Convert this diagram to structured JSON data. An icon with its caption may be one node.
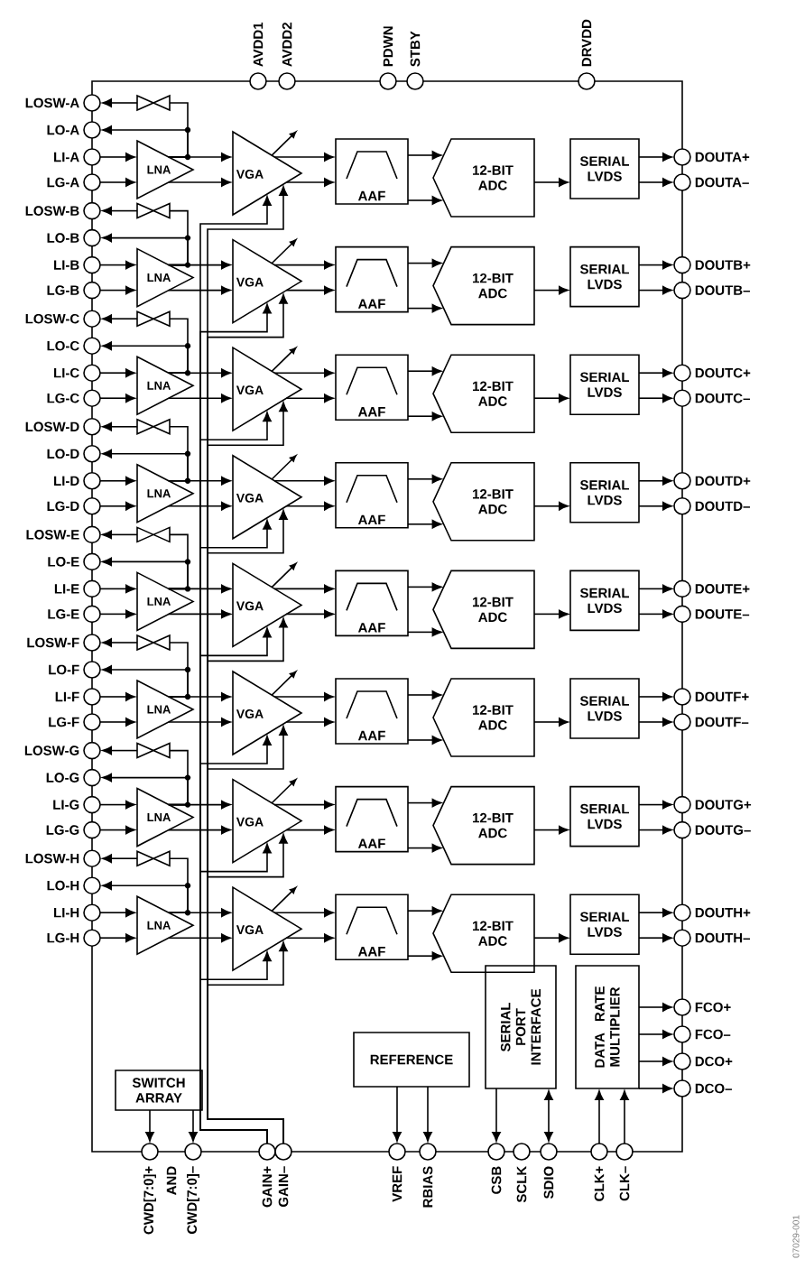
{
  "diagram": {
    "nodes": [
      {
        "text": [
          "AVDD1"
        ]
      },
      {
        "text": [
          "AVDD2"
        ]
      },
      {
        "text": [
          "PDWN"
        ]
      },
      {
        "text": [
          "STBY"
        ]
      },
      {
        "text": [
          "DRVDD"
        ]
      },
      {
        "text": [
          "LOSW-A"
        ]
      },
      {
        "text": [],
        "shape": "bowtie"
      },
      {
        "text": [
          "LO-A"
        ]
      },
      {
        "text": [
          "LI-A"
        ]
      },
      {
        "text": [
          "LG-A"
        ]
      },
      {
        "text": [
          "LNA"
        ]
      },
      {
        "text": [
          "VGA"
        ]
      },
      {
        "text": [
          "AAF"
        ]
      },
      {
        "text": [
          "12-BIT ADC"
        ]
      },
      {
        "text": [
          "SERIAL LVDS"
        ]
      },
      {
        "text": [
          "DOUTA+"
        ]
      },
      {
        "text": [
          "DOUTA–"
        ]
      },
      {
        "text": [
          "LOSW-B"
        ]
      },
      {
        "text": [],
        "shape": "bowtie"
      },
      {
        "text": [
          "LO-B"
        ]
      },
      {
        "text": [
          "LI-B"
        ]
      },
      {
        "text": [
          "LG-B"
        ]
      },
      {
        "text": [
          "LNA"
        ]
      },
      {
        "text": [
          "VGA"
        ]
      },
      {
        "text": [
          "AAF"
        ]
      },
      {
        "text": [
          "12-BIT ADC"
        ]
      },
      {
        "text": [
          "SERIAL LVDS"
        ]
      },
      {
        "text": [
          "DOUTB+"
        ]
      },
      {
        "text": [
          "DOUTB–"
        ]
      },
      {
        "text": [
          "LOSW-C"
        ]
      },
      {
        "text": [],
        "shape": "bowtie"
      },
      {
        "text": [
          "LO-C"
        ]
      },
      {
        "text": [
          "LI-C"
        ]
      },
      {
        "text": [
          "LG-C"
        ]
      },
      {
        "text": [
          "LNA"
        ]
      },
      {
        "text": [
          "VGA"
        ]
      },
      {
        "text": [
          "AAF"
        ]
      },
      {
        "text": [
          "12-BIT ADC"
        ]
      },
      {
        "text": [
          "SERIAL LVDS"
        ]
      },
      {
        "text": [
          "DOUTC+"
        ]
      },
      {
        "text": [
          "DOUTC–"
        ]
      },
      {
        "text": [
          "LOSW-D"
        ]
      },
      {
        "text": [],
        "shape": "bowtie"
      },
      {
        "text": [
          "LO-D"
        ]
      },
      {
        "text": [
          "LI-D"
        ]
      },
      {
        "text": [
          "LG-D"
        ]
      },
      {
        "text": [
          "LNA"
        ]
      },
      {
        "text": [
          "VGA"
        ]
      },
      {
        "text": [
          "AAF"
        ]
      },
      {
        "text": [
          "12-BIT ADC"
        ]
      },
      {
        "text": [
          "SERIAL LVDS"
        ]
      },
      {
        "text": [
          "DOUTD+"
        ]
      },
      {
        "text": [
          "DOUTD–"
        ]
      },
      {
        "text": [
          "LOSW-E"
        ]
      },
      {
        "text": [],
        "shape": "bowtie"
      },
      {
        "text": [
          "LO-E"
        ]
      },
      {
        "text": [
          "LI-E"
        ]
      },
      {
        "text": [
          "LG-E"
        ]
      },
      {
        "text": [
          "LNA"
        ]
      },
      {
        "text": [
          "VGA"
        ]
      },
      {
        "text": [
          "AAF"
        ]
      },
      {
        "text": [
          "12-BIT ADC"
        ]
      },
      {
        "text": [
          "SERIAL LVDS"
        ]
      },
      {
        "text": [
          "DOUTE+"
        ]
      },
      {
        "text": [
          "DOUTE–"
        ]
      },
      {
        "text": [
          "LOSW-F"
        ]
      },
      {
        "text": [],
        "shape": "bowtie"
      },
      {
        "text": [
          "LO-F"
        ]
      },
      {
        "text": [
          "LI-F"
        ]
      },
      {
        "text": [
          "LG-F"
        ]
      },
      {
        "text": [
          "LNA"
        ]
      },
      {
        "text": [
          "VGA"
        ]
      },
      {
        "text": [
          "AAF"
        ]
      },
      {
        "text": [
          "12-BIT ADC"
        ]
      },
      {
        "text": [
          "SERIAL LVDS"
        ]
      },
      {
        "text": [
          "DOUTF+"
        ]
      },
      {
        "text": [
          "DOUTF–"
        ]
      },
      {
        "text": [
          "LOSW-G"
        ]
      },
      {
        "text": [],
        "shape": "bowtie"
      },
      {
        "text": [
          "LO-G"
        ]
      },
      {
        "text": [
          "LI-G"
        ]
      },
      {
        "text": [
          "LG-G"
        ]
      },
      {
        "text": [
          "LNA"
        ]
      },
      {
        "text": [
          "VGA"
        ]
      },
      {
        "text": [
          "AAF"
        ]
      },
      {
        "text": [
          "12-BIT ADC"
        ]
      },
      {
        "text": [
          "SERIAL LVDS"
        ]
      },
      {
        "text": [
          "DOUTG+"
        ]
      },
      {
        "text": [
          "DOUTG–"
        ]
      },
      {
        "text": [
          "LOSW-H"
        ]
      },
      {
        "text": [],
        "shape": "bowtie"
      },
      {
        "text": [
          "LO-H"
        ]
      },
      {
        "text": [
          "LI-H"
        ]
      },
      {
        "text": [
          "LG-H"
        ]
      },
      {
        "text": [
          "LNA"
        ]
      },
      {
        "text": [
          "VGA"
        ]
      },
      {
        "text": [
          "AAF"
        ]
      },
      {
        "text": [
          "12-BIT ADC"
        ]
      },
      {
        "text": [
          "SERIAL LVDS"
        ]
      },
      {
        "text": [
          "DOUTH+"
        ]
      },
      {
        "text": [
          "DOUTH–"
        ]
      },
      {
        "text": [
          "SWITCH ARRAY"
        ]
      },
      {
        "text": [
          "REFERENCE"
        ]
      },
      {
        "text": [
          "SERIAL PORT INTERFACE"
        ]
      },
      {
        "text": [
          "DATA RATE MULTIPLIER"
        ]
      },
      {
        "text": [
          "FCO+"
        ]
      },
      {
        "text": [
          "FCO–"
        ]
      },
      {
        "text": [
          "DCO+"
        ]
      },
      {
        "text": [
          "DCO–"
        ]
      },
      {
        "text": [
          "CWD[7:0]+"
        ]
      },
      {
        "text": [
          "CWD[7:0]–"
        ]
      },
      {
        "text": [
          "GAIN+"
        ]
      },
      {
        "text": [
          "GAIN–"
        ]
      },
      {
        "text": [
          "VREF"
        ]
      },
      {
        "text": [
          "RBIAS"
        ]
      },
      {
        "text": [
          "CSB"
        ]
      },
      {
        "text": [
          "SCLK"
        ]
      },
      {
        "text": [
          "SDIO"
        ]
      },
      {
        "text": [
          "CLK+"
        ]
      },
      {
        "text": [
          "CLK–"
        ]
      }
    ],
    "edges": [
      {
        "from": 8,
        "to": 10,
        "arrow": "to"
      },
      {
        "from": 9,
        "to": 10,
        "arrow": "to"
      },
      {
        "from": 10,
        "to": 7,
        "arrow": "to"
      },
      {
        "from": 10,
        "to": 6,
        "arrow": "none"
      },
      {
        "from": 6,
        "to": 5,
        "arrow": "to"
      },
      {
        "from": 10,
        "to": 11,
        "arrow": "to"
      },
      {
        "from": 10,
        "to": 11,
        "arrow": "to"
      },
      {
        "from": 11,
        "to": 12,
        "arrow": "to"
      },
      {
        "from": 11,
        "to": 12,
        "arrow": "to"
      },
      {
        "from": 12,
        "to": 13,
        "arrow": "to"
      },
      {
        "from": 12,
        "to": 13,
        "arrow": "to"
      },
      {
        "from": 13,
        "to": 14,
        "arrow": "to"
      },
      {
        "from": 14,
        "to": 15,
        "arrow": "to"
      },
      {
        "from": 14,
        "to": 16,
        "arrow": "to"
      },
      {
        "from": 20,
        "to": 22,
        "arrow": "to"
      },
      {
        "from": 21,
        "to": 22,
        "arrow": "to"
      },
      {
        "from": 22,
        "to": 19,
        "arrow": "to"
      },
      {
        "from": 22,
        "to": 18,
        "arrow": "none"
      },
      {
        "from": 18,
        "to": 17,
        "arrow": "to"
      },
      {
        "from": 22,
        "to": 23,
        "arrow": "to"
      },
      {
        "from": 22,
        "to": 23,
        "arrow": "to"
      },
      {
        "from": 23,
        "to": 24,
        "arrow": "to"
      },
      {
        "from": 23,
        "to": 24,
        "arrow": "to"
      },
      {
        "from": 24,
        "to": 25,
        "arrow": "to"
      },
      {
        "from": 24,
        "to": 25,
        "arrow": "to"
      },
      {
        "from": 25,
        "to": 26,
        "arrow": "to"
      },
      {
        "from": 26,
        "to": 27,
        "arrow": "to"
      },
      {
        "from": 26,
        "to": 28,
        "arrow": "to"
      },
      {
        "from": 32,
        "to": 34,
        "arrow": "to"
      },
      {
        "from": 33,
        "to": 34,
        "arrow": "to"
      },
      {
        "from": 34,
        "to": 31,
        "arrow": "to"
      },
      {
        "from": 34,
        "to": 30,
        "arrow": "none"
      },
      {
        "from": 30,
        "to": 29,
        "arrow": "to"
      },
      {
        "from": 34,
        "to": 35,
        "arrow": "to"
      },
      {
        "from": 34,
        "to": 35,
        "arrow": "to"
      },
      {
        "from": 35,
        "to": 36,
        "arrow": "to"
      },
      {
        "from": 35,
        "to": 36,
        "arrow": "to"
      },
      {
        "from": 36,
        "to": 37,
        "arrow": "to"
      },
      {
        "from": 36,
        "to": 37,
        "arrow": "to"
      },
      {
        "from": 37,
        "to": 38,
        "arrow": "to"
      },
      {
        "from": 38,
        "to": 39,
        "arrow": "to"
      },
      {
        "from": 38,
        "to": 40,
        "arrow": "to"
      },
      {
        "from": 44,
        "to": 46,
        "arrow": "to"
      },
      {
        "from": 45,
        "to": 46,
        "arrow": "to"
      },
      {
        "from": 46,
        "to": 43,
        "arrow": "to"
      },
      {
        "from": 46,
        "to": 42,
        "arrow": "none"
      },
      {
        "from": 42,
        "to": 41,
        "arrow": "to"
      },
      {
        "from": 46,
        "to": 47,
        "arrow": "to"
      },
      {
        "from": 46,
        "to": 47,
        "arrow": "to"
      },
      {
        "from": 47,
        "to": 48,
        "arrow": "to"
      },
      {
        "from": 47,
        "to": 48,
        "arrow": "to"
      },
      {
        "from": 48,
        "to": 49,
        "arrow": "to"
      },
      {
        "from": 48,
        "to": 49,
        "arrow": "to"
      },
      {
        "from": 49,
        "to": 50,
        "arrow": "to"
      },
      {
        "from": 50,
        "to": 51,
        "arrow": "to"
      },
      {
        "from": 50,
        "to": 52,
        "arrow": "to"
      },
      {
        "from": 56,
        "to": 58,
        "arrow": "to"
      },
      {
        "from": 57,
        "to": 58,
        "arrow": "to"
      },
      {
        "from": 58,
        "to": 55,
        "arrow": "to"
      },
      {
        "from": 58,
        "to": 54,
        "arrow": "none"
      },
      {
        "from": 54,
        "to": 53,
        "arrow": "to"
      },
      {
        "from": 58,
        "to": 59,
        "arrow": "to"
      },
      {
        "from": 58,
        "to": 59,
        "arrow": "to"
      },
      {
        "from": 59,
        "to": 60,
        "arrow": "to"
      },
      {
        "from": 59,
        "to": 60,
        "arrow": "to"
      },
      {
        "from": 60,
        "to": 61,
        "arrow": "to"
      },
      {
        "from": 60,
        "to": 61,
        "arrow": "to"
      },
      {
        "from": 61,
        "to": 62,
        "arrow": "to"
      },
      {
        "from": 62,
        "to": 63,
        "arrow": "to"
      },
      {
        "from": 62,
        "to": 64,
        "arrow": "to"
      },
      {
        "from": 68,
        "to": 70,
        "arrow": "to"
      },
      {
        "from": 69,
        "to": 70,
        "arrow": "to"
      },
      {
        "from": 70,
        "to": 67,
        "arrow": "to"
      },
      {
        "from": 70,
        "to": 66,
        "arrow": "none"
      },
      {
        "from": 66,
        "to": 65,
        "arrow": "to"
      },
      {
        "from": 70,
        "to": 71,
        "arrow": "to"
      },
      {
        "from": 70,
        "to": 71,
        "arrow": "to"
      },
      {
        "from": 71,
        "to": 72,
        "arrow": "to"
      },
      {
        "from": 71,
        "to": 72,
        "arrow": "to"
      },
      {
        "from": 72,
        "to": 73,
        "arrow": "to"
      },
      {
        "from": 72,
        "to": 73,
        "arrow": "to"
      },
      {
        "from": 73,
        "to": 74,
        "arrow": "to"
      },
      {
        "from": 74,
        "to": 75,
        "arrow": "to"
      },
      {
        "from": 74,
        "to": 76,
        "arrow": "to"
      },
      {
        "from": 80,
        "to": 82,
        "arrow": "to"
      },
      {
        "from": 81,
        "to": 82,
        "arrow": "to"
      },
      {
        "from": 82,
        "to": 79,
        "arrow": "to"
      },
      {
        "from": 82,
        "to": 78,
        "arrow": "none"
      },
      {
        "from": 78,
        "to": 77,
        "arrow": "to"
      },
      {
        "from": 82,
        "to": 83,
        "arrow": "to"
      },
      {
        "from": 82,
        "to": 83,
        "arrow": "to"
      },
      {
        "from": 83,
        "to": 84,
        "arrow": "to"
      },
      {
        "from": 83,
        "to": 84,
        "arrow": "to"
      },
      {
        "from": 84,
        "to": 85,
        "arrow": "to"
      },
      {
        "from": 84,
        "to": 85,
        "arrow": "to"
      },
      {
        "from": 85,
        "to": 86,
        "arrow": "to"
      },
      {
        "from": 86,
        "to": 87,
        "arrow": "to"
      },
      {
        "from": 86,
        "to": 88,
        "arrow": "to"
      },
      {
        "from": 92,
        "to": 94,
        "arrow": "to"
      },
      {
        "from": 93,
        "to": 94,
        "arrow": "to"
      },
      {
        "from": 94,
        "to": 91,
        "arrow": "to"
      },
      {
        "from": 94,
        "to": 90,
        "arrow": "none"
      },
      {
        "from": 90,
        "to": 89,
        "arrow": "to"
      },
      {
        "from": 94,
        "to": 95,
        "arrow": "to"
      },
      {
        "from": 94,
        "to": 95,
        "arrow": "to"
      },
      {
        "from": 95,
        "to": 96,
        "arrow": "to"
      },
      {
        "from": 95,
        "to": 96,
        "arrow": "to"
      },
      {
        "from": 96,
        "to": 97,
        "arrow": "to"
      },
      {
        "from": 96,
        "to": 97,
        "arrow": "to"
      },
      {
        "from": 97,
        "to": 98,
        "arrow": "to"
      },
      {
        "from": 98,
        "to": 99,
        "arrow": "to"
      },
      {
        "from": 98,
        "to": 100,
        "arrow": "to"
      },
      {
        "from": 111,
        "to": 11,
        "arrow": "to"
      },
      {
        "from": 111,
        "to": 23,
        "arrow": "to"
      },
      {
        "from": 111,
        "to": 35,
        "arrow": "to"
      },
      {
        "from": 111,
        "to": 47,
        "arrow": "to"
      },
      {
        "from": 111,
        "to": 59,
        "arrow": "to"
      },
      {
        "from": 111,
        "to": 71,
        "arrow": "to"
      },
      {
        "from": 111,
        "to": 83,
        "arrow": "to"
      },
      {
        "from": 111,
        "to": 95,
        "arrow": "to"
      },
      {
        "from": 112,
        "to": 11,
        "arrow": "to"
      },
      {
        "from": 112,
        "to": 23,
        "arrow": "to"
      },
      {
        "from": 112,
        "to": 35,
        "arrow": "to"
      },
      {
        "from": 112,
        "to": 47,
        "arrow": "to"
      },
      {
        "from": 112,
        "to": 59,
        "arrow": "to"
      },
      {
        "from": 112,
        "to": 71,
        "arrow": "to"
      },
      {
        "from": 112,
        "to": 83,
        "arrow": "to"
      },
      {
        "from": 112,
        "to": 95,
        "arrow": "to"
      },
      {
        "from": 101,
        "to": 109,
        "arrow": "to"
      },
      {
        "from": 101,
        "to": 110,
        "arrow": "to"
      },
      {
        "from": 102,
        "to": 113,
        "arrow": "to"
      },
      {
        "from": 102,
        "to": 114,
        "arrow": "to"
      },
      {
        "from": 103,
        "to": 115,
        "arrow": "to"
      },
      {
        "from": 103,
        "to": 117,
        "arrow": "both"
      },
      {
        "from": 118,
        "to": 104,
        "arrow": "to"
      },
      {
        "from": 119,
        "to": 104,
        "arrow": "to"
      },
      {
        "from": 104,
        "to": 105,
        "arrow": "to"
      },
      {
        "from": 104,
        "to": 106,
        "arrow": "to"
      },
      {
        "from": 104,
        "to": 107,
        "arrow": "to"
      },
      {
        "from": 104,
        "to": 108,
        "arrow": "to"
      }
    ],
    "labels": [
      "AND",
      "07029-001"
    ]
  }
}
